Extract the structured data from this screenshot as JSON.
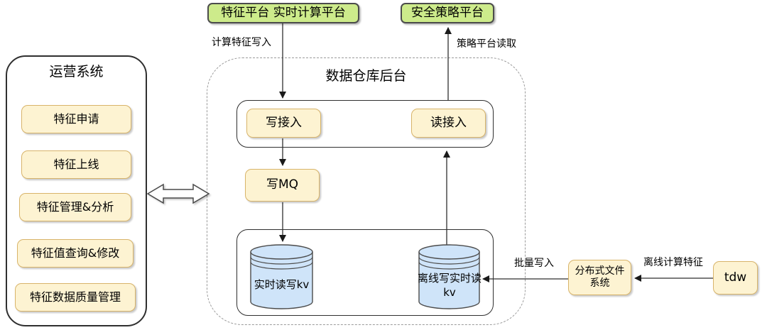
{
  "external": {
    "feature_platform": "特征平台 实时计算平台",
    "security_platform": "安全策略平台",
    "dfs": "分布式文件系统",
    "tdw": "tdw"
  },
  "ops_panel": {
    "title": "运营系统",
    "items": [
      "特征申请",
      "特征上线",
      "特征管理&分析",
      "特征值查询&修改",
      "特征数据质量管理"
    ]
  },
  "warehouse": {
    "title": "数据仓库后台",
    "write_in": "写接入",
    "read_in": "读接入",
    "write_mq": "写MQ",
    "realtime_kv": "实时读写kv",
    "offline_kv": "离线写实时读kv"
  },
  "edge_labels": {
    "compute_feature_write": "计算特征写入",
    "policy_platform_read": "策略平台读取",
    "batch_write": "批量写入",
    "offline_compute_feature": "离线计算特征"
  },
  "colors": {
    "node_green": "#cdeb8b",
    "node_yellow": "#fdf3d2",
    "node_blue": "#cfe4f9",
    "yellow_border": "#d8b46a",
    "green_border": "#4c4c4c",
    "line": "#2f2f2f",
    "dashed_border": "#9a9a9a"
  }
}
